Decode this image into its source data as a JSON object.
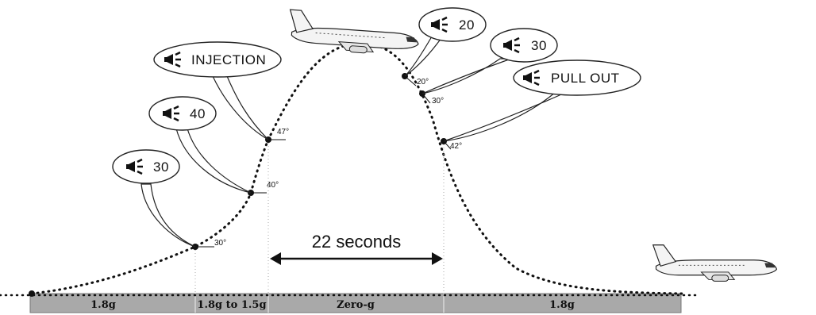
{
  "bubbles": {
    "left_30": "30",
    "left_40": "40",
    "injection": "INJECTION",
    "right_20": "20",
    "right_30": "30",
    "pull_out": "PULL OUT"
  },
  "angles": {
    "a30_left": "30°",
    "a40_left": "40°",
    "a47": "47°",
    "a20": "20°",
    "a30_right": "30°",
    "a42": "42°"
  },
  "duration": "22 seconds",
  "phases": [
    "1.8g",
    "1.8g to 1.5g",
    "Zero-g",
    "1.8g"
  ],
  "icons": [
    "megaphone-icon",
    "airplane-icon"
  ]
}
